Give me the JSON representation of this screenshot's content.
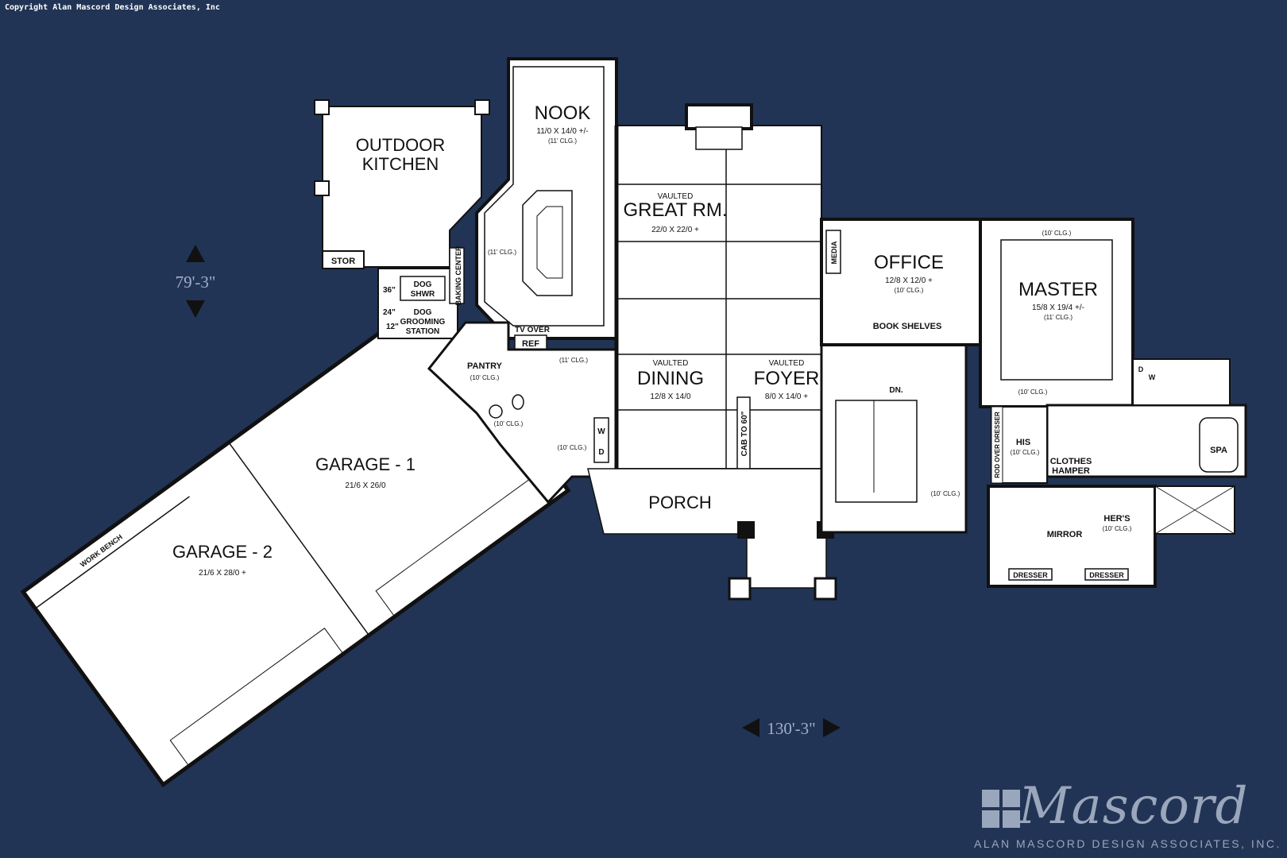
{
  "copyright": "Copyright Alan Mascord Design Associates, Inc",
  "logo": {
    "word": "Mascord",
    "tagline": "ALAN MASCORD DESIGN ASSOCIATES, INC."
  },
  "dimensions": {
    "depth": "79'-3\"",
    "width": "130'-3\""
  },
  "colors": {
    "background": "#213455",
    "room_fill": "#ffffff",
    "wall": "#111111",
    "dim": "#9fb0c8"
  },
  "rooms": {
    "outdoor_kitchen": {
      "line1": "OUTDOOR",
      "line2": "KITCHEN"
    },
    "nook": {
      "name": "NOOK",
      "size": "11/0 X 14/0 +/-",
      "clg": "(11' CLG.)"
    },
    "great_room": {
      "prefix": "VAULTED",
      "name": "GREAT RM.",
      "size": "22/0 X 22/0 +"
    },
    "dining": {
      "prefix": "VAULTED",
      "name": "DINING",
      "size": "12/8 X 14/0"
    },
    "foyer": {
      "prefix": "VAULTED",
      "name": "FOYER",
      "size": "8/0 X 14/0 +"
    },
    "office": {
      "name": "OFFICE",
      "size": "12/8 X 12/0 +",
      "clg": "(10' CLG.)"
    },
    "master": {
      "name": "MASTER",
      "size": "15/8 X 19/4 +/-",
      "clg": "(11' CLG.)",
      "top_clg": "(10' CLG.)"
    },
    "garage1": {
      "name": "GARAGE - 1",
      "size": "21/6 X 26/0"
    },
    "garage2": {
      "name": "GARAGE - 2",
      "size": "21/6 X 28/0 +"
    },
    "porch": {
      "name": "PORCH"
    },
    "pantry": {
      "name": "PANTRY",
      "clg": "(10' CLG.)"
    },
    "his": {
      "name": "HIS",
      "clg": "(10' CLG.)"
    },
    "hers": {
      "name": "HER'S",
      "clg": "(10' CLG.)"
    }
  },
  "labels": {
    "stor": "STOR",
    "dog_shwr": [
      "DOG",
      "SHWR"
    ],
    "dog_grooming": [
      "DOG",
      "GROOMING",
      "STATION"
    ],
    "baking_center": "BAKING CENTER",
    "tv_over": "TV OVER",
    "ref": "REF",
    "media": "MEDIA",
    "book_shelves": "BOOK SHELVES",
    "dn": "DN.",
    "cab_to_60": "CAB TO 60\"",
    "clothes_hamper": [
      "CLOTHES",
      "HAMPER"
    ],
    "spa": "SPA",
    "mirror": "MIRROR",
    "dresser": "DRESSER",
    "rod_over_dresser": "ROD OVER DRESSER",
    "work_bench": "WORK BENCH",
    "clg_11": "(11' CLG.)",
    "clg_10": "(10' CLG.)",
    "w": "W",
    "d": "D",
    "ht_36": "36\"",
    "ht_24": "24\"",
    "ht_12": "12\""
  }
}
